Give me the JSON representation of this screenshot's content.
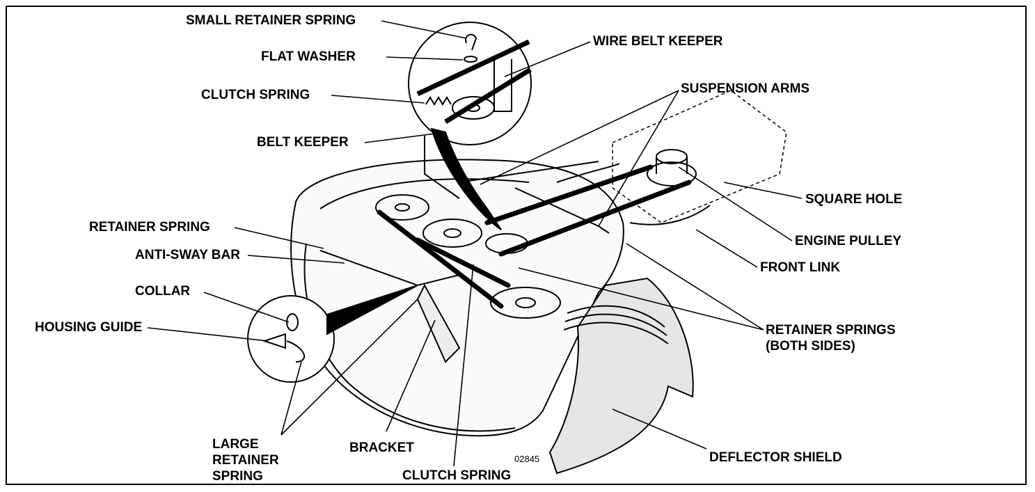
{
  "labels": {
    "small_retainer_spring": "SMALL RETAINER SPRING",
    "flat_washer": "FLAT WASHER",
    "wire_belt_keeper": "WIRE BELT KEEPER",
    "clutch_spring_top": "CLUTCH SPRING",
    "suspension_arms": "SUSPENSION ARMS",
    "belt_keeper": "BELT KEEPER",
    "square_hole": "SQUARE HOLE",
    "retainer_spring": "RETAINER SPRING",
    "engine_pulley": "ENGINE PULLEY",
    "anti_sway_bar": "ANTI-SWAY BAR",
    "front_link": "FRONT LINK",
    "collar": "COLLAR",
    "housing_guide": "HOUSING GUIDE",
    "retainer_springs_line1": "RETAINER SPRINGS",
    "retainer_springs_line2": "(BOTH SIDES)",
    "large_retainer_spring_1": "LARGE",
    "large_retainer_spring_2": "RETAINER",
    "large_retainer_spring_3": "SPRING",
    "bracket": "BRACKET",
    "clutch_spring_bottom": "CLUTCH SPRING",
    "deflector_shield": "DEFLECTOR SHIELD"
  },
  "part_number": "02845",
  "colors": {
    "ink": "#000000",
    "paper": "#ffffff",
    "shade": "#e6e6e6"
  }
}
